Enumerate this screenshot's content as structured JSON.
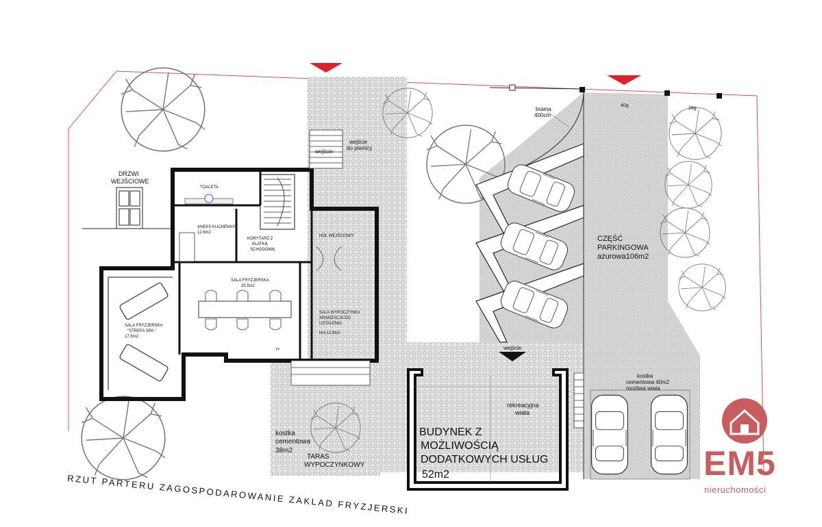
{
  "labels": {
    "drzwi_1": "DRZWI",
    "drzwi_2": "WEJŚCIOWE",
    "toaleta": "TOALETA",
    "aneks_1": "ANEKS KUCHENNY",
    "aneks_2": "12.6m2",
    "korytarz_1": "KORYTARZ Z",
    "korytarz_2": "KLATKĄ",
    "korytarz_3": "SCHODOWĄ",
    "hol": "HOL WEJŚCIOWY",
    "sala_fryz_1": "SALA FRYZJERSKA",
    "sala_fryz_2": "25.5m2",
    "spa_1": "SALA FRYZJERSKA",
    "spa_2": "\"STREFA SPA \"",
    "spa_3": "17.5m2",
    "wyp_1": "SALA WYPOCZYNKU",
    "wyp_2": "ARANŻACJA DO",
    "wyp_3": "USTALENIA",
    "wyp_4": "Hol 12.9m2",
    "wejscie_top": "wejście",
    "wejscie_piw_1": "wejście",
    "wejscie_piw_2": "do piwnicy",
    "brama_1": "brama",
    "brama_2": "400cm",
    "dim_40": "40g",
    "dim_28": "28g",
    "parking_1": "CZĘŚĆ",
    "parking_2": "PARKINGOWA",
    "parking_3": "ażurowa106m2",
    "wejscie_bud": "wejście",
    "rekr_1": "rekreacyjna",
    "rekr_2": "wiata",
    "budynek_1": "BUDYNEK Z",
    "budynek_2": "MOŻLIWOŚCIĄ",
    "budynek_3": "DODATKOWYCH USŁUG",
    "budynek_4": "52m2",
    "kostka40_1": "kostka",
    "kostka40_2": "cementowa 40m2",
    "kostka40_3": "możliwa wiata",
    "kostka38_1": "kostka",
    "kostka38_2": "cementowa",
    "kostka38_3": "38m2",
    "taras_1": "TARAS",
    "taras_2": "WYPOCZYNKOWY",
    "tv": "TV",
    "bottom_title": "RZUT PARTERU ZAGOSPODAROWANIE ZAKLAD FRYZJERSKI"
  },
  "logo": {
    "mark": "EM5",
    "subtitle": "nieruchomości",
    "color": "#c95c5c"
  },
  "colors": {
    "plot_boundary": "#e05050",
    "entrance_marker": "#e0202a",
    "wall": "#111111",
    "paving": "#d8d8d8"
  }
}
